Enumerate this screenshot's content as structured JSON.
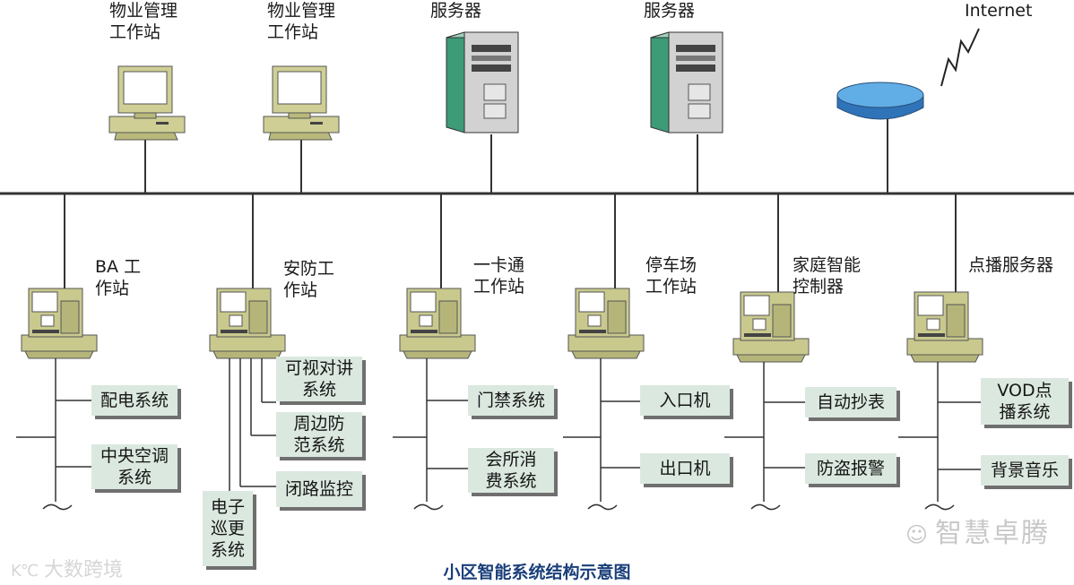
{
  "top_nodes": [
    {
      "label": "物业管理\n工作站",
      "icon": "monitor-icon"
    },
    {
      "label": "物业管理\n工作站",
      "icon": "monitor-icon"
    },
    {
      "label": "服务器",
      "icon": "server-icon"
    },
    {
      "label": "服务器",
      "icon": "server-icon"
    },
    {
      "label": "Internet",
      "icon": "router-icon"
    }
  ],
  "workstations": [
    {
      "label": "BA 工\n作站",
      "subsystems": [
        "配电系统",
        "中央空调\n系统"
      ]
    },
    {
      "label": "安防工\n作站",
      "subsystems": [
        "可视对讲\n系统",
        "周边防\n范系统",
        "闭路监控",
        "电子\n巡更\n系统"
      ]
    },
    {
      "label": "一卡通\n工作站",
      "subsystems": [
        "门禁系统",
        "会所消\n费系统"
      ]
    },
    {
      "label": "停车场\n工作站",
      "subsystems": [
        "入口机",
        "出口机"
      ]
    },
    {
      "label": "家庭智能\n控制器",
      "subsystems": [
        "自动抄表",
        "防盗报警"
      ]
    },
    {
      "label": "点播服务器",
      "subsystems": [
        "VOD点\n播系统",
        "背景音乐"
      ]
    }
  ],
  "title": "小区智能系统结构示意图",
  "watermarks": {
    "right": "智慧卓腾",
    "left_logo": "K℃",
    "left_text": "大数跨境"
  },
  "colors": {
    "terminal_body": "#c9c98e",
    "subsystem_box": "#dbe8df",
    "server": "#d2d2d2",
    "server_side": "#3d9b78",
    "router": "#3b8fd6",
    "title": "#1a3f7a"
  }
}
